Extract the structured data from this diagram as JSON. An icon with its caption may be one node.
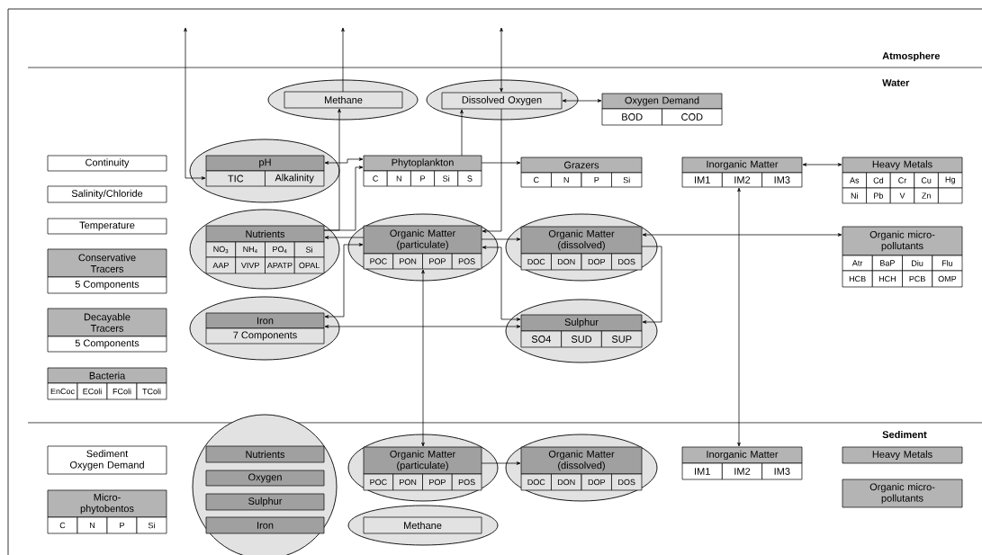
{
  "diagram": {
    "nodes": [
      {
        "text": [],
        "shape": "ellipse"
      },
      {
        "text": [
          "Methane"
        ],
        "in": 0
      },
      {
        "text": [],
        "shape": "ellipse"
      },
      {
        "text": [
          "Dissolved Oxygen"
        ],
        "in": 2
      },
      {
        "text": [
          "Oxygen Demand",
          "BOD",
          "COD"
        ]
      },
      {
        "text": [
          "Continuity"
        ]
      },
      {
        "text": [],
        "shape": "ellipse"
      },
      {
        "text": [
          "pH",
          "TIC",
          "Alkalinity"
        ],
        "in": 6
      },
      {
        "text": [
          "Phytoplankton",
          "C",
          "N",
          "P",
          "Si",
          "S"
        ]
      },
      {
        "text": [
          "Grazers",
          "C",
          "N",
          "P",
          "Si"
        ]
      },
      {
        "text": [
          "Inorganic Matter",
          "IM1",
          "IM2",
          "IM3"
        ]
      },
      {
        "text": [
          "Heavy Metals",
          "As",
          "Cd",
          "Cr",
          "Cu",
          "Hg",
          "Ni",
          "Pb",
          "V",
          "Zn"
        ]
      },
      {
        "text": [
          "Salinity/Chloride"
        ]
      },
      {
        "text": [
          "Temperature"
        ]
      },
      {
        "text": [],
        "shape": "ellipse"
      },
      {
        "text": [
          "Nutrients",
          "NO$_{3}$",
          "NH$_{4}$",
          "PO$_{4}$",
          "Si",
          "AAP",
          "VIVP",
          "APATP",
          "OPAL"
        ],
        "in": 14
      },
      {
        "text": [],
        "shape": "ellipse"
      },
      {
        "text": [
          "Organic Matter (particulate)",
          "POC",
          "PON",
          "POP",
          "POS"
        ],
        "in": 16
      },
      {
        "text": [],
        "shape": "ellipse"
      },
      {
        "text": [
          "Organic Matter (dissolved)",
          "DOC",
          "DON",
          "DOP",
          "DOS"
        ],
        "in": 18
      },
      {
        "text": [
          "Organic micro-pollutants",
          "Atr",
          "BaP",
          "Diu",
          "Flu",
          "HCB",
          "HCH",
          "PCB",
          "OMP"
        ]
      },
      {
        "text": [
          "Conservative Tracers",
          "5 Components"
        ]
      },
      {
        "text": [
          "Decayable Tracers",
          "5 Components"
        ]
      },
      {
        "text": [],
        "shape": "ellipse"
      },
      {
        "text": [
          "Iron",
          "7 Components"
        ],
        "in": 23
      },
      {
        "text": [],
        "shape": "ellipse"
      },
      {
        "text": [
          "Sulphur",
          "SO4",
          "SUD",
          "SUP"
        ],
        "in": 25
      },
      {
        "text": [
          "Bacteria",
          "EnCoc",
          "EColi",
          "FColi",
          "TColi"
        ]
      },
      {
        "text": [
          "Sediment Oxygen Demand"
        ]
      },
      {
        "text": [],
        "shape": "circle"
      },
      {
        "text": [
          "Nutrients"
        ],
        "in": 29
      },
      {
        "text": [
          "Oxygen"
        ],
        "in": 29
      },
      {
        "text": [
          "Sulphur"
        ],
        "in": 29
      },
      {
        "text": [
          "Iron"
        ],
        "in": 29
      },
      {
        "text": [],
        "shape": "ellipse"
      },
      {
        "text": [
          "Organic Matter (particulate)",
          "POC",
          "PON",
          "POP",
          "POS"
        ],
        "in": 34
      },
      {
        "text": [],
        "shape": "ellipse"
      },
      {
        "text": [
          "Organic Matter (dissolved)",
          "DOC",
          "DON",
          "DOP",
          "DOS"
        ],
        "in": 36
      },
      {
        "text": [
          "Inorganic Matter",
          "IM1",
          "IM2",
          "IM3"
        ]
      },
      {
        "text": [
          "Heavy Metals"
        ]
      },
      {
        "text": [
          "Micro-phytobentos",
          "C",
          "N",
          "P",
          "Si"
        ]
      },
      {
        "text": [
          "Organic micro-pollutants"
        ]
      },
      {
        "text": [],
        "shape": "ellipse"
      },
      {
        "text": [
          "Methane"
        ],
        "in": 42
      }
    ],
    "edges": [
      {
        "from": null,
        "to": 7,
        "arrow": "both"
      },
      {
        "from": 1,
        "to": null,
        "arrow": "to"
      },
      {
        "from": null,
        "to": 3,
        "arrow": "both"
      },
      {
        "from": 3,
        "to": 4,
        "arrow": "both"
      },
      {
        "from": 7,
        "to": 8,
        "arrow": "both"
      },
      {
        "from": 15,
        "to": 8,
        "arrow": "to"
      },
      {
        "from": 15,
        "to": 1,
        "arrow": "to"
      },
      {
        "from": 8,
        "to": 3,
        "arrow": "to"
      },
      {
        "from": 8,
        "to": 9,
        "arrow": "to"
      },
      {
        "from": 10,
        "to": 11,
        "arrow": "both"
      },
      {
        "from": 3,
        "to": 17,
        "arrow": "to"
      },
      {
        "from": 17,
        "to": 15,
        "arrow": "to"
      },
      {
        "from": 17,
        "to": 19,
        "arrow": "to"
      },
      {
        "from": 19,
        "to": 20,
        "arrow": "both"
      },
      {
        "from": 24,
        "to": 17,
        "arrow": "both"
      },
      {
        "from": 24,
        "to": 26,
        "arrow": "both"
      },
      {
        "from": 17,
        "to": 26,
        "arrow": "both"
      },
      {
        "from": 19,
        "to": 26,
        "arrow": "to"
      },
      {
        "from": 17,
        "to": 35,
        "arrow": "both"
      },
      {
        "from": 10,
        "to": 38,
        "arrow": "both"
      },
      {
        "from": 35,
        "to": 37,
        "arrow": "to"
      }
    ],
    "labels": [
      "Atmosphere",
      "Water",
      "Sediment"
    ]
  }
}
